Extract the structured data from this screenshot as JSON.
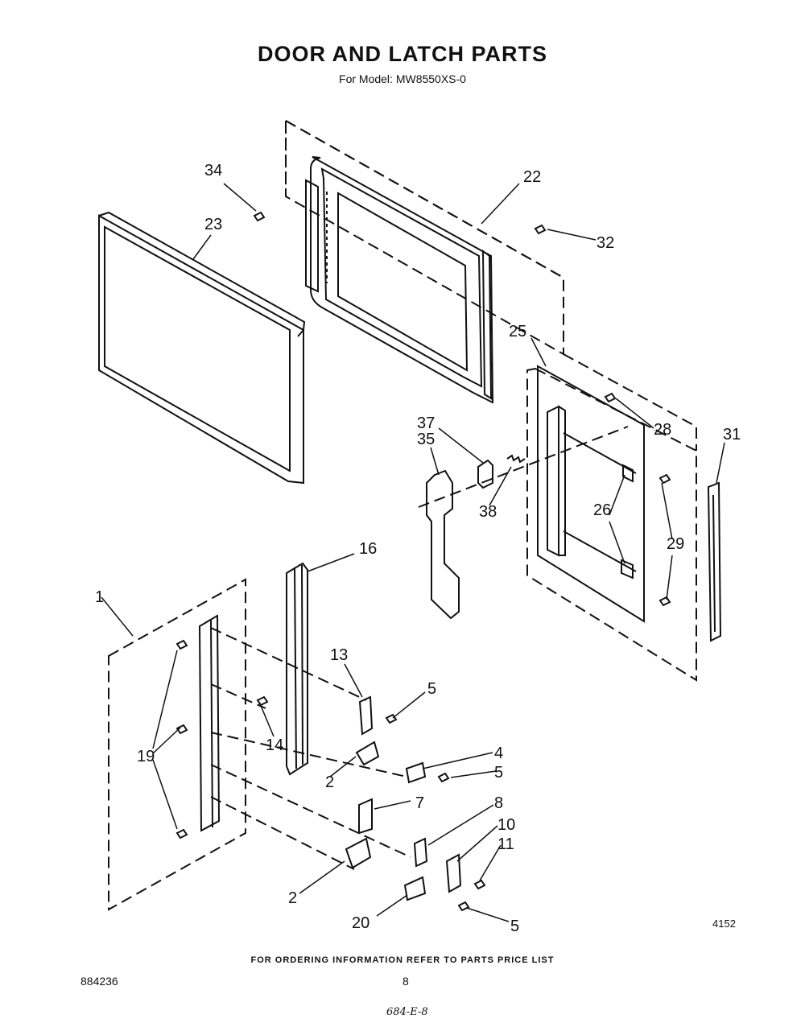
{
  "header": {
    "title": "DOOR AND LATCH PARTS",
    "subtitle": "For Model: MW8550XS-0"
  },
  "callouts": {
    "c34": "34",
    "c23": "23",
    "c22": "22",
    "c32": "32",
    "c25": "25",
    "c28": "28",
    "c31": "31",
    "c37": "37",
    "c35": "35",
    "c38": "38",
    "c26": "26",
    "c29": "29",
    "c16": "16",
    "c1": "1",
    "c13": "13",
    "c5a": "5",
    "c14": "14",
    "c19": "19",
    "c4": "4",
    "c5b": "5",
    "c2a": "2",
    "c7": "7",
    "c8": "8",
    "c10": "10",
    "c11": "11",
    "c2b": "2",
    "c20": "20",
    "c5c": "5"
  },
  "footer": {
    "ordering_note": "FOR ORDERING INFORMATION REFER TO PARTS PRICE LIST",
    "document_number": "884236",
    "page_number": "8",
    "figure_id": "4152",
    "handwritten_mark": "684-E-8"
  }
}
